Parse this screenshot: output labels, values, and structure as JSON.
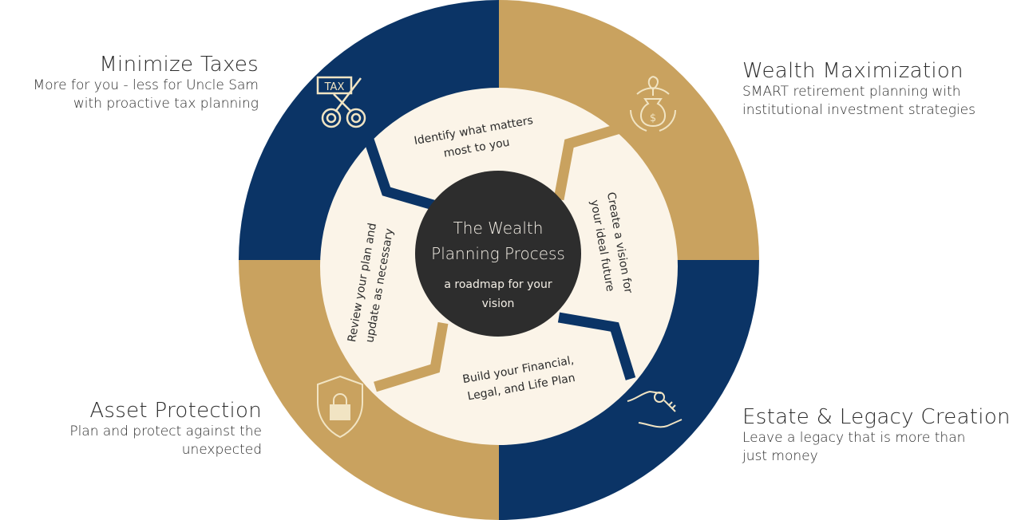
{
  "colors": {
    "navy": "#0b3466",
    "gold": "#c9a25f",
    "cream": "#fbf4e8",
    "center": "#2d2d2d",
    "icon": "#f1e4c3"
  },
  "center": {
    "title_line1": "The Wealth",
    "title_line2": "Planning Process",
    "subtitle_line1": "a roadmap for your",
    "subtitle_line2": "vision"
  },
  "steps": [
    {
      "line1": "Identify what matters",
      "line2": "most to you"
    },
    {
      "line1": "Create a vision for",
      "line2": "your ideal future"
    },
    {
      "line1": "Build your Financial,",
      "line2": "Legal, and Life Plan"
    },
    {
      "line1": "Review your plan and",
      "line2": "update as necessary"
    }
  ],
  "corners": {
    "top_left": {
      "title": "Minimize Taxes",
      "line1": "More for you - less for Uncle Sam",
      "line2": "with proactive tax planning",
      "icon": "tax-scissors-icon",
      "icon_text": "TAX"
    },
    "top_right": {
      "title": "Wealth Maximization",
      "line1": "SMART retirement planning with",
      "line2": "institutional investment strategies",
      "icon": "money-bag-growth-icon"
    },
    "bottom_left": {
      "title": "Asset Protection",
      "line1": "Plan and protect against the",
      "line2": "unexpected",
      "icon": "shield-lock-icon"
    },
    "bottom_right": {
      "title": "Estate & Legacy Creation",
      "line1": "Leave a legacy that is more than",
      "line2": "just money",
      "icon": "hand-key-icon"
    }
  }
}
